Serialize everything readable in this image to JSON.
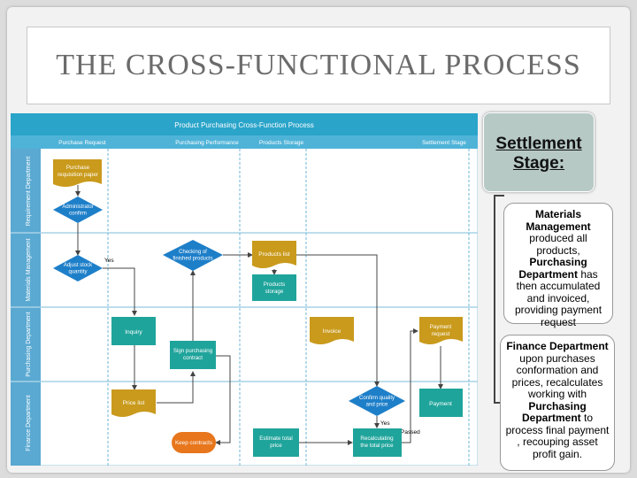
{
  "slide": {
    "title": "THE CROSS-FUNCTIONAL PROCESS"
  },
  "diagram": {
    "title": "Product Purchasing Cross-Function Process",
    "phases": [
      "Purchase Request",
      "Purchasing Performance",
      "Products Storage",
      "Settlement Stage"
    ],
    "lanes": [
      "Requirement Department",
      "Materials Management",
      "Purchasing Department",
      "Finance Department"
    ],
    "nodes": {
      "purchase_requisition": "Purchase requisition paper",
      "admin_confirm": "Administrator confirm",
      "adjust_stock": "Adjust stock quantity",
      "check_finished": "Checking of finished products",
      "products_list": "Products list",
      "products_storage": "Products storage",
      "inquiry": "Inquiry",
      "sign_contract": "Sign purchasing contract",
      "invoice": "Invoice",
      "payment_request": "Payment request",
      "price_list": "Price list",
      "keep_contracts": "Keep contracts",
      "estimate_total": "Estimate total price",
      "confirm_quality": "Confirm quality and price",
      "recalculating": "Recalculating the total price",
      "payment": "Payment"
    },
    "labels": {
      "yes1": "Yes",
      "yes2": "Yes",
      "passed": "Passed"
    },
    "colors": {
      "header": "#2aa4c9",
      "lane_label": "#5aa9d2",
      "process": "#1fa49b",
      "document": "#c99a1c",
      "decision": "#1e7fc9",
      "terminal": "#e8761c"
    }
  },
  "stage": {
    "heading": "Settlement Stage:"
  },
  "callouts": {
    "materials": {
      "b1": "Materials Management",
      "t1": " produced all products, ",
      "b2": "Purchasing Department",
      "t2": " has then accumulated and invoiced, providing payment request"
    },
    "finance": {
      "b1": "Finance Department",
      "t1": " upon purchases conformation and prices, recalculates working with ",
      "b2": "Purchasing Department",
      "t2": " to process final payment , recouping asset profit gain."
    }
  }
}
